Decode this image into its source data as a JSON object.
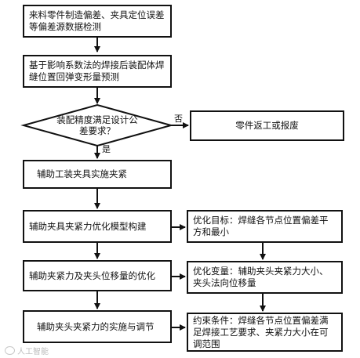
{
  "diagram": {
    "nodes": {
      "n1": "来料零件制造偏差、夹具定位误差等偏差源数据检测",
      "n2": "基于影响系数法的焊接后装配体焊缝位置回弹变形量预测",
      "d1": "装配精度满足设计公差要求？",
      "r1": "零件返工或报废",
      "n3": "辅助工装夹具实施夹紧",
      "n4": "辅助夹具夹紧力优化模型构建",
      "n5": "辅助夹紧力及夹头位移量的优化",
      "n6": "辅助夹头夹紧力的实施与调节",
      "s1": "优化目标：焊缝各节点位置偏差平方和最小",
      "s2": "优化变量：辅助夹头夹紧力大小、夹头法向位移量",
      "s3": "约束条件：焊缝各节点位置偏差满足焊接工艺要求、夹紧力大小在可调范围"
    },
    "edge_labels": {
      "no": "否",
      "yes": "是"
    }
  },
  "watermark": {
    "icon": "weibo-eye-icon",
    "text": "人工智能"
  },
  "colors": {
    "stroke": "#111111",
    "background": "#ffffff",
    "watermark": "#bdbdbd"
  }
}
